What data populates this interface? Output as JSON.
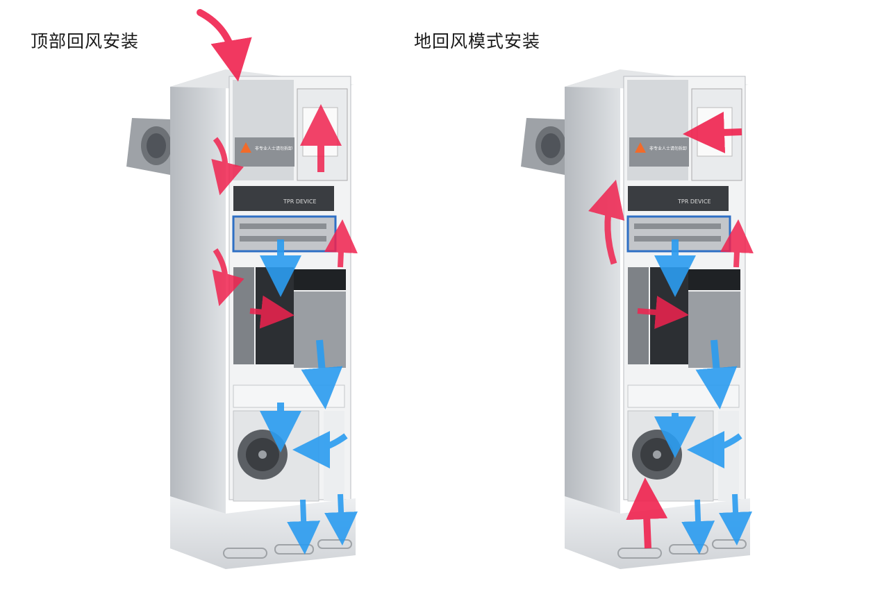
{
  "titles": {
    "left": "顶部回风安装",
    "right": "地回风模式安装"
  },
  "device_labels": {
    "tpr": "TPR DEVICE",
    "warning": "非专业人士请勿拆卸"
  },
  "colors": {
    "return_air_arrow": "#f0234f",
    "supply_air_arrow": "#2b9cf0",
    "cabinet_body": "#c9ccd0",
    "cabinet_dark": "#8d9196"
  }
}
